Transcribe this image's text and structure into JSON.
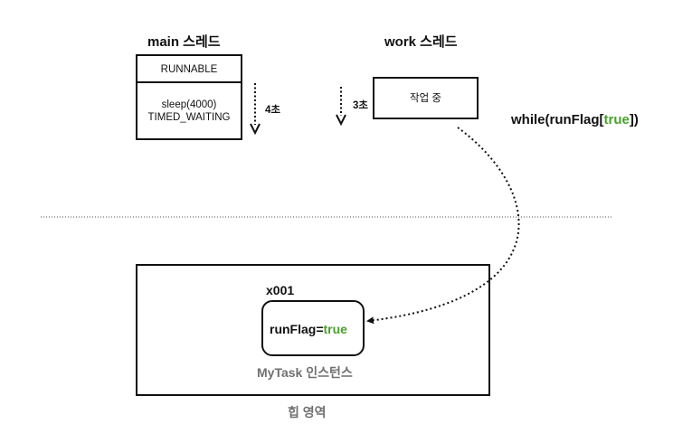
{
  "main_thread": {
    "title": "main 스레드",
    "state_top": "RUNNABLE",
    "state_line1": "sleep(4000)",
    "state_line2": "TIMED_WAITING",
    "duration": "4초"
  },
  "work_thread": {
    "title": "work 스레드",
    "duration": "3초",
    "status": "작업 중",
    "loop_prefix": "while(runFlag[",
    "loop_value": "true",
    "loop_suffix": "])"
  },
  "heap": {
    "label": "힙 영역",
    "instance_address": "x001",
    "field_name": "runFlag=",
    "field_value": "true",
    "instance_label": "MyTask 인스턴스"
  },
  "colors": {
    "true_value": "#4aa02c",
    "muted_text": "#707070",
    "stroke": "#111111"
  }
}
